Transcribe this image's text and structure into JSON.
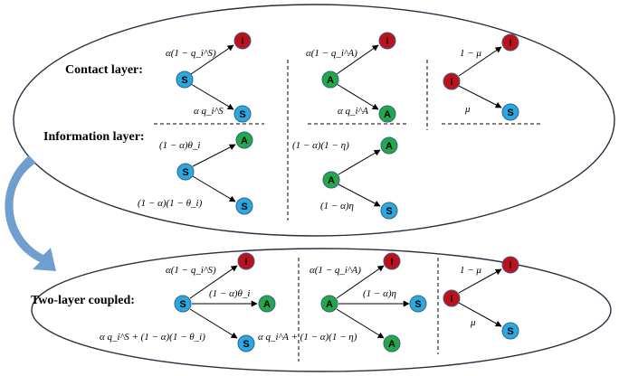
{
  "colors": {
    "S": "#2aa8e0",
    "I": "#c0101a",
    "A": "#22a84a",
    "node_stroke": "#3a6080",
    "arrow_fill": "#6f9fcf"
  },
  "headings": {
    "contact": "Contact layer:",
    "information": "Information layer:",
    "coupled": "Two-layer coupled:"
  },
  "nodes": {
    "S": "S",
    "I": "I",
    "A": "A"
  },
  "rates": {
    "s_to_i": "α(1 − q_i^S)",
    "s_stay": "α q_i^S",
    "a_to_i": "α(1 − q_i^A)",
    "a_stay": "α q_i^A",
    "i_stay": "1 − μ",
    "i_to_s": "μ",
    "s_to_a": "(1 − α)θ_i",
    "s_stay_info": "(1 − α)(1 − θ_i)",
    "a_stay_info": "(1 − α)(1 − η)",
    "a_to_s": "(1 − α)η",
    "s_stay_coupled": "α q_i^S + (1 − α)(1 − θ_i)",
    "a_stay_coupled": "α q_i^A + (1 − α)(1 − η)"
  }
}
